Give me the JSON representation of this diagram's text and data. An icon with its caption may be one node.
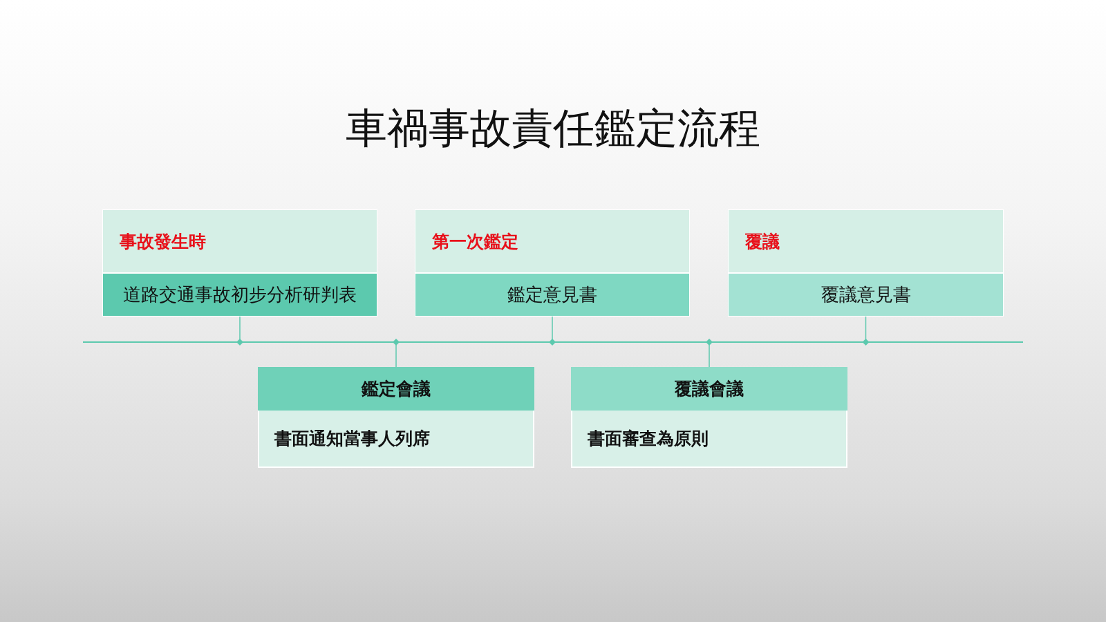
{
  "diagram": {
    "title": "車禍事故責任鑑定流程",
    "nodes": [
      {
        "text": [
          "事故發生時",
          "道路交通事故初步分析研判表"
        ]
      },
      {
        "text": [
          "鑑定會議",
          "書面通知當事人列席"
        ]
      },
      {
        "text": [
          "第一次鑑定",
          "鑑定意見書"
        ]
      },
      {
        "text": [
          "覆議會議",
          "書面審查為原則"
        ]
      },
      {
        "text": [
          "覆議",
          "覆議意見書"
        ]
      }
    ],
    "edges": [
      {
        "from": 0,
        "to": null,
        "arrow": "other"
      },
      {
        "from": 1,
        "to": null,
        "arrow": "other"
      },
      {
        "from": 2,
        "to": null,
        "arrow": "other"
      },
      {
        "from": 3,
        "to": null,
        "arrow": "other"
      },
      {
        "from": 4,
        "to": null,
        "arrow": "other"
      }
    ]
  }
}
